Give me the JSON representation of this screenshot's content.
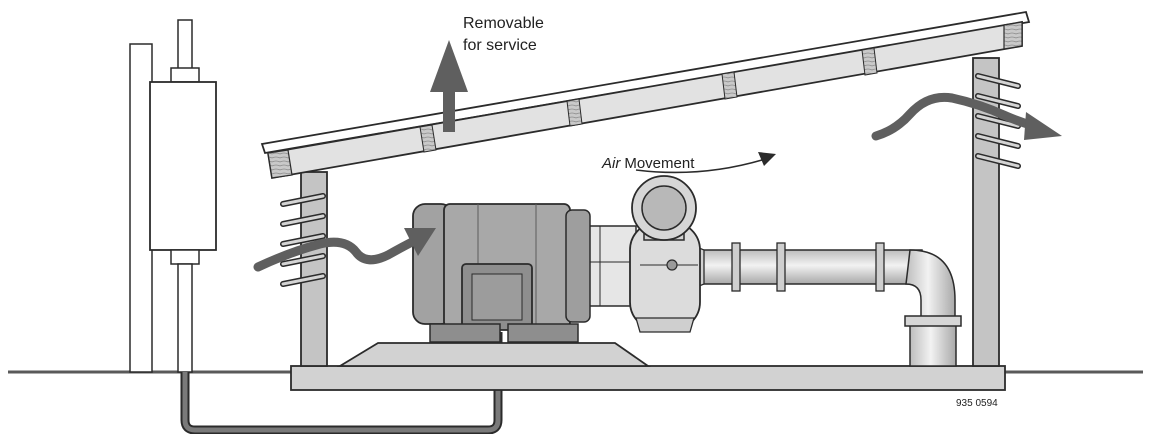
{
  "labels": {
    "removable_line1": "Removable",
    "removable_line2": "for service",
    "air_word1": "Air",
    "air_word2": "Movement",
    "figure_number": "935 0594"
  },
  "colors": {
    "outline": "#2b2b2b",
    "metal": "#b9b9b9",
    "metal_light": "#d8d8d8",
    "metal_dark": "#8e8e8e",
    "wood": "#c9c9c9",
    "base": "#d2d2d2",
    "arrow": "#5f5f5f"
  }
}
